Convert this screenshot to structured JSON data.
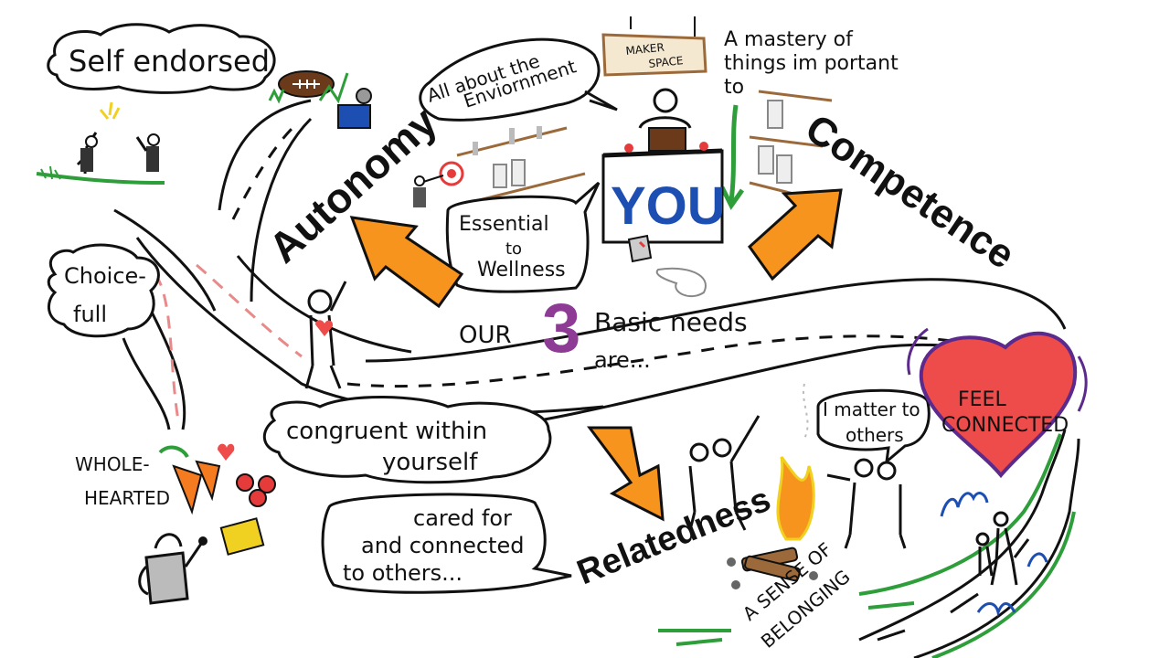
{
  "labels": {
    "self_endorsed": "Self endorsed",
    "choice_full_1": "Choice-",
    "choice_full_2": "full",
    "autonomy": "Autonomy",
    "all_about_env_1": "All about the",
    "all_about_env_2": "Enviornment",
    "maker_space_1": "MAKER",
    "maker_space_2": "SPACE",
    "mastery_1": "A mastery of",
    "mastery_2": "things im portant",
    "mastery_3": "to",
    "you": "YOU",
    "competence": "Competence",
    "essential_1": "Essential",
    "essential_2": "to",
    "essential_3": "Wellness",
    "our": "OUR",
    "three": "3",
    "basic_needs": "Basic needs",
    "are": "are...",
    "congruent_1": "congruent within",
    "congruent_2": "yourself",
    "whole_1": "WHOLE-",
    "whole_2": "HEARTED",
    "cared_1": "cared for",
    "cared_2": "and connected",
    "cared_3": "to others...",
    "relatedness": "Relatedness",
    "i_matter_1": "I matter to",
    "i_matter_2": "others",
    "feel_connected_1": "FEEL",
    "feel_connected_2": "CONNECTED",
    "sense_of_belonging_1": "A SENSE OF",
    "sense_of_belonging_2": "BELONGING"
  },
  "colors": {
    "orange_arrow": "#f7941d",
    "you_blue": "#1d4fb3",
    "three_purple": "#8e3b96",
    "heart_red": "#ee4b4b",
    "heart_outline": "#5b2a8c",
    "green_grass": "#2e9e3a",
    "road_pink": "#e88a8a"
  }
}
